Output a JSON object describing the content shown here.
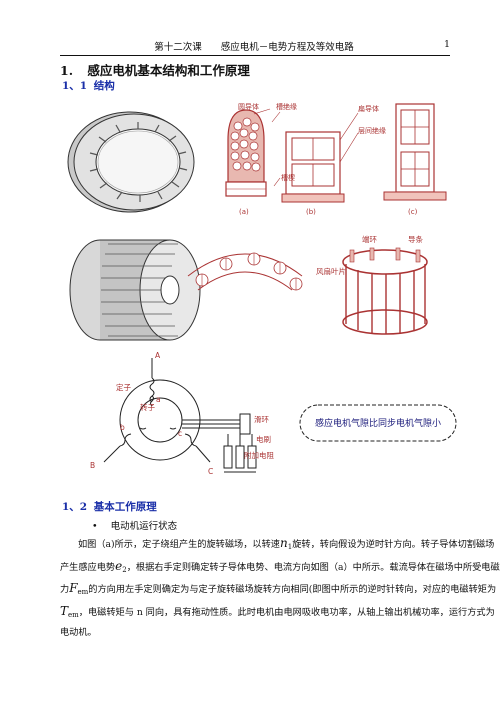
{
  "header": {
    "title": "第十二次课　　感应电机－电势方程及等效电路",
    "page_number": "1"
  },
  "section": {
    "number": "1.",
    "title": "感应电机基本结构和工作原理"
  },
  "subsection1": {
    "number": "1、1",
    "title": "结构"
  },
  "figure1": {
    "labels": {
      "round_conductor": "圆导体",
      "slot_insulation": "槽绝缘",
      "flat_conductor": "扁导体",
      "interlayer_insulation": "层间绝缘",
      "slot_wedge": "槽楔",
      "a": "(a)",
      "b": "(b)",
      "c": "(c)"
    }
  },
  "figure2": {
    "labels": {
      "end_ring": "端环",
      "bar": "导条",
      "fan_blade": "风扇叶片"
    }
  },
  "figure3": {
    "labels": {
      "A": "A",
      "B": "B",
      "C": "C",
      "a": "a",
      "b": "b",
      "c": "c",
      "stator": "定子",
      "rotor": "转子",
      "slip_ring": "滑环",
      "brush": "电刷",
      "extra_resistor": "附加电阻"
    }
  },
  "callout": {
    "text": "感应电机气隙比同步电机气隙小"
  },
  "subsection2": {
    "number": "1、2",
    "title": "基本工作原理"
  },
  "bullet": {
    "marker": "•",
    "text": "电动机运行状态"
  },
  "paragraph": {
    "l1a": "如图（a)所示，定子绕组产生的旋转磁场，以转速",
    "l1_var": "n",
    "l1_sub": "1",
    "l1b": "旋转，转向假设为逆时针方向。转子导体切割磁场",
    "l2a": "产生感应电势",
    "l2_var": "e",
    "l2_sub": "2",
    "l2b": "，根据右手定则确定转子导体电势、电流方向如图（a）中所示。载流导体在磁场中所受电磁",
    "l3a": "力",
    "l3_var": "F",
    "l3_sub": "em",
    "l3b": "的方向用左手定则确定为与定子旋转磁场旋转方向相同(即图中所示的逆时针转向，对应的电磁转矩为",
    "l4_var": "T",
    "l4_sub": "em",
    "l4b": "，电磁转矩与 n 同向，具有拖动性质。此时电机由电网吸收电功率，从轴上输出机械功率，运行方式为",
    "l5": "电动机。"
  }
}
